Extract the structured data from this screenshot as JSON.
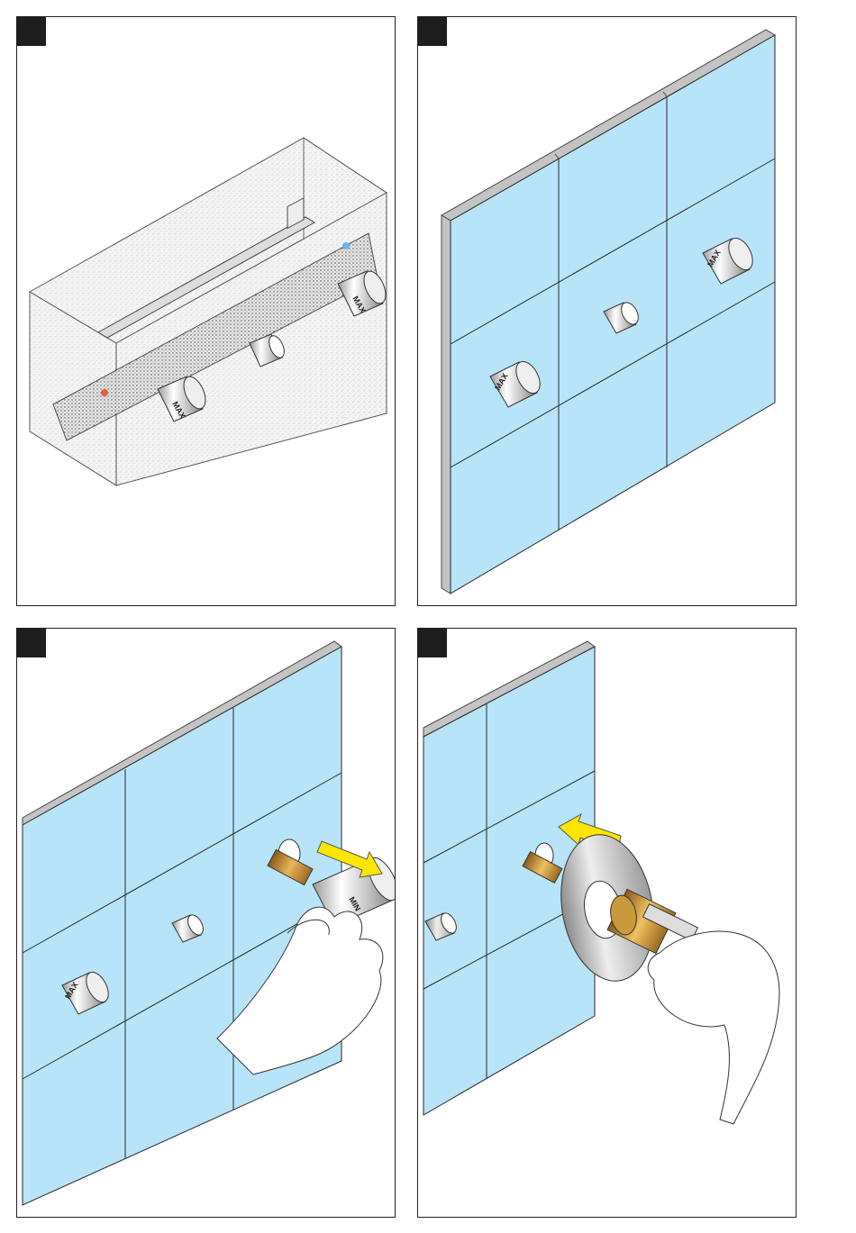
{
  "colors": {
    "tile": "#b7e4f8",
    "tile_edge": "#c4c4c4",
    "grout": "#2a2a2a",
    "arrow": "#ffe600",
    "brass": "#c89a3a",
    "chrome": "#d8d8d8",
    "hot": "#e06040",
    "cold": "#6ab8e6"
  },
  "labels": {
    "knob_max": "MAX",
    "knob_min": "MIN"
  },
  "panels": [
    {
      "step_icon": "step-marker",
      "scene": "rough-in-box"
    },
    {
      "step_icon": "step-marker",
      "scene": "tiled-wall"
    },
    {
      "step_icon": "step-marker",
      "scene": "remove-handle"
    },
    {
      "step_icon": "step-marker",
      "scene": "insert-sleeve"
    }
  ]
}
